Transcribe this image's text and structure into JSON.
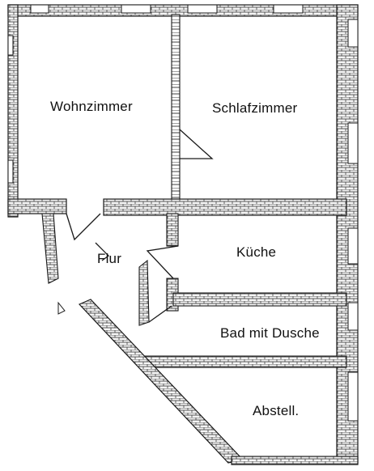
{
  "plan": {
    "rooms": {
      "wohnzimmer": "Wohnzimmer",
      "schlafzimmer": "Schlafzimmer",
      "flur": "Flur",
      "kueche": "Küche",
      "bad": "Bad mit Dusche",
      "abstell": "Abstell."
    },
    "colors": {
      "wall_fill": "#ffffff",
      "line": "#1a1a1a",
      "background": "#ffffff"
    }
  }
}
